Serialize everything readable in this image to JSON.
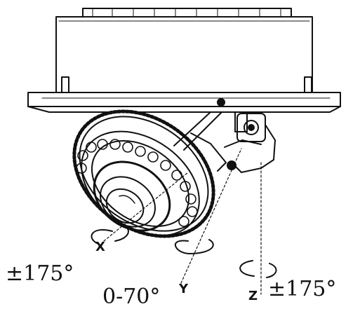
{
  "labels": {
    "axis_x": "X",
    "axis_y": "Y",
    "axis_z": "Z",
    "range_x": "±175°",
    "range_y": "0-70°",
    "range_z": "±175°"
  },
  "colors": {
    "line": "#111111",
    "background": "#ffffff"
  }
}
